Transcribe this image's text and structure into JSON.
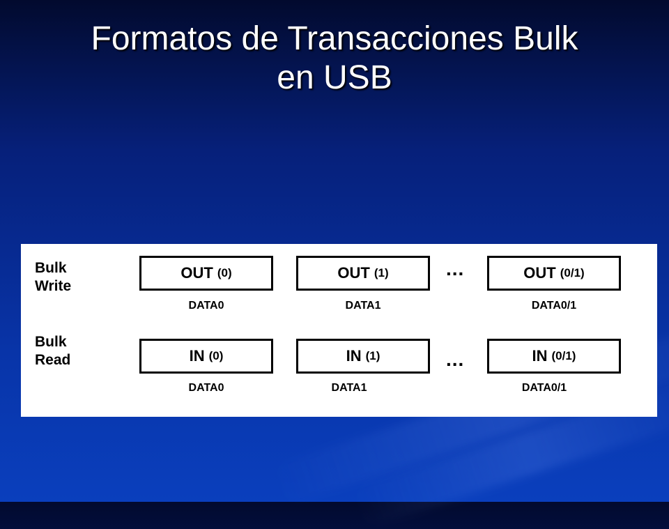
{
  "title": {
    "line1": "Formatos de Transacciones Bulk",
    "line2": "en USB"
  },
  "diagram": {
    "write": {
      "label_line1": "Bulk",
      "label_line2": "Write",
      "packets": [
        {
          "name": "OUT",
          "seq": "(0)",
          "data": "DATA0"
        },
        {
          "name": "OUT",
          "seq": "(1)",
          "data": "DATA1"
        },
        {
          "name": "OUT",
          "seq": "(0/1)",
          "data": "DATA0/1"
        }
      ],
      "ellipsis": "..."
    },
    "read": {
      "label_line1": "Bulk",
      "label_line2": "Read",
      "packets": [
        {
          "name": "IN",
          "seq": "(0)",
          "data": "DATA0"
        },
        {
          "name": "IN",
          "seq": "(1)",
          "data": "DATA1"
        },
        {
          "name": "IN",
          "seq": "(0/1)",
          "data": "DATA0/1"
        }
      ],
      "ellipsis": "..."
    }
  }
}
